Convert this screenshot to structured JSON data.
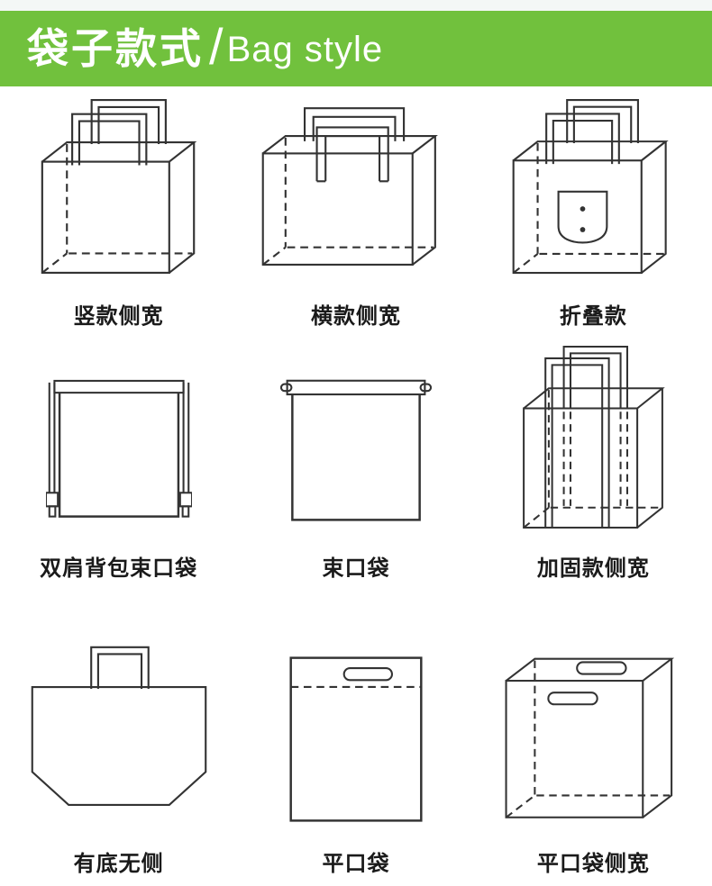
{
  "header": {
    "title_cn": "袋子款式",
    "separator": "/",
    "title_en": "Bag style",
    "banner_color": "#71c13d",
    "text_color": "#ffffff"
  },
  "page": {
    "background_color": "#ffffff",
    "top_strip_color": "#f4f7f6",
    "line_art_color": "#333333",
    "label_color": "#1a1a1a"
  },
  "grid": {
    "items": [
      {
        "label": "竖款侧宽",
        "icon": "vertical-gusset-tote-bag-icon"
      },
      {
        "label": "横款侧宽",
        "icon": "horizontal-gusset-tote-bag-icon"
      },
      {
        "label": "折叠款",
        "icon": "foldable-bag-icon"
      },
      {
        "label": "双肩背包束口袋",
        "icon": "backpack-drawstring-bag-icon"
      },
      {
        "label": "束口袋",
        "icon": "drawstring-bag-icon"
      },
      {
        "label": "加固款侧宽",
        "icon": "reinforced-gusset-bag-icon"
      },
      {
        "label": "有底无侧",
        "icon": "bottom-no-side-bag-icon"
      },
      {
        "label": "平口袋",
        "icon": "flat-mouth-bag-icon"
      },
      {
        "label": "平口袋侧宽",
        "icon": "flat-mouth-gusset-bag-icon"
      }
    ]
  }
}
